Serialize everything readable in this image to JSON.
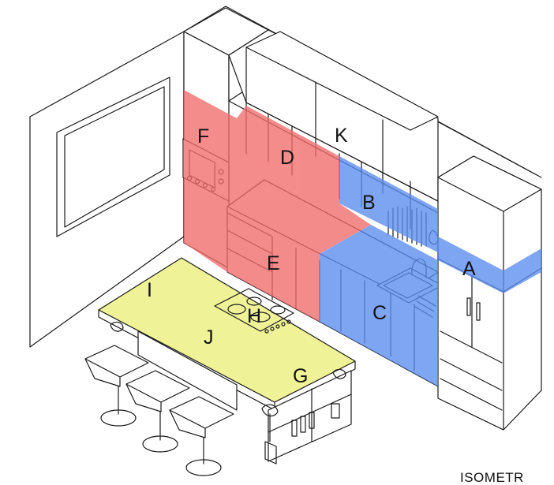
{
  "colors": {
    "red_zone": "#f26b6b",
    "blue_zone": "#5b8def",
    "yellow_zone": "#ecef7a",
    "line": "#1a1a1a",
    "background": "#ffffff"
  },
  "zones": {
    "a": "A",
    "b": "B",
    "c": "C",
    "d": "D",
    "e": "E",
    "f": "F",
    "g": "G",
    "h": "H",
    "i": "I",
    "j": "J",
    "k": "K"
  },
  "caption": "ISOMETR"
}
